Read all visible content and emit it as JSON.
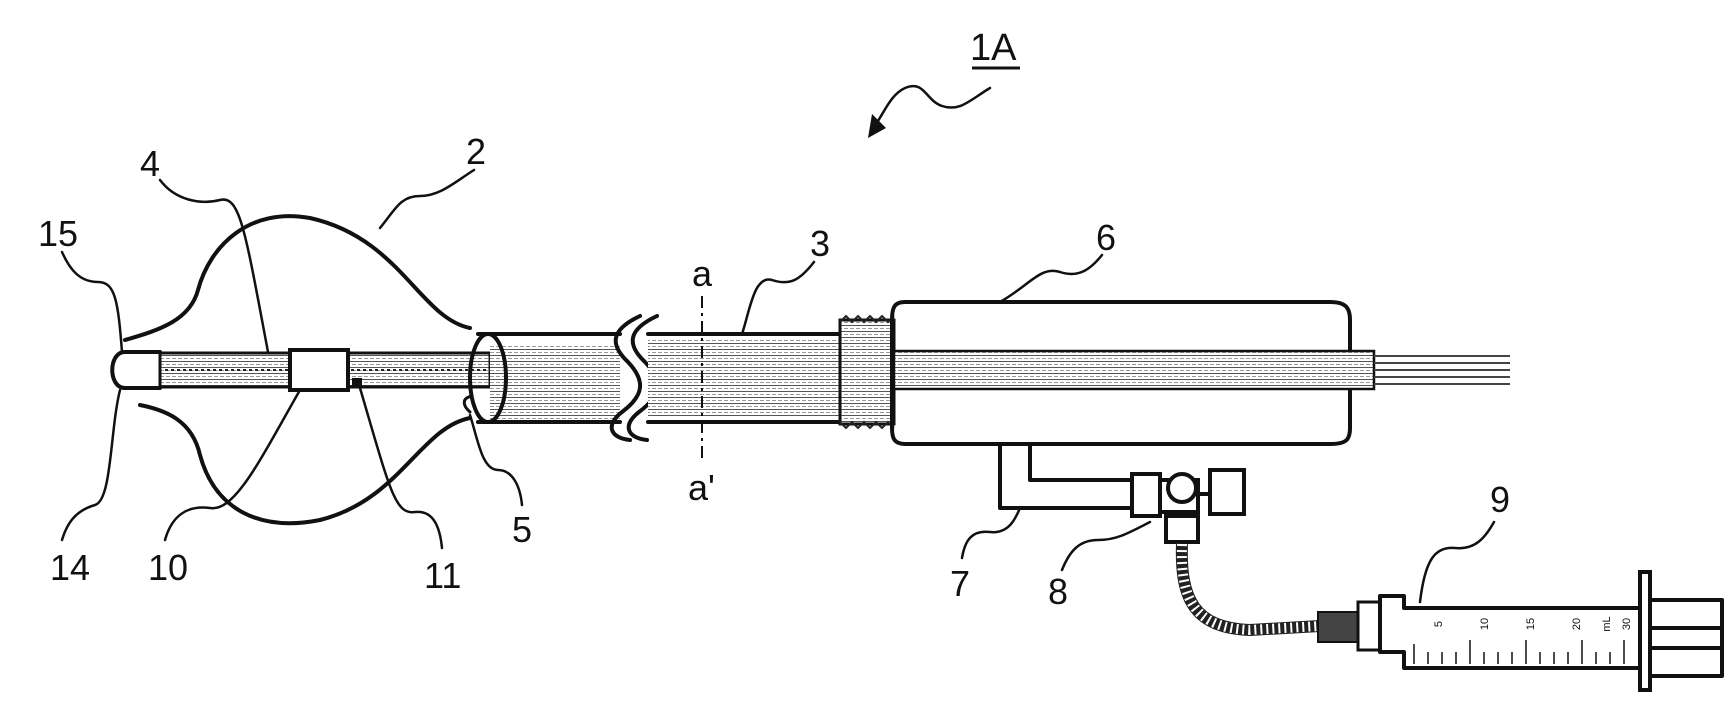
{
  "figure": {
    "title": "1A",
    "labels": {
      "l2": "2",
      "l3": "3",
      "l4": "4",
      "l5": "5",
      "l6": "6",
      "l7": "7",
      "l8": "8",
      "l9": "9",
      "l10": "10",
      "l11": "11",
      "l14": "14",
      "l15": "15",
      "section_a": "a",
      "section_a_prime": "a'"
    },
    "syringe_scale": [
      "5",
      "10",
      "15",
      "20",
      "mL",
      "30"
    ]
  }
}
